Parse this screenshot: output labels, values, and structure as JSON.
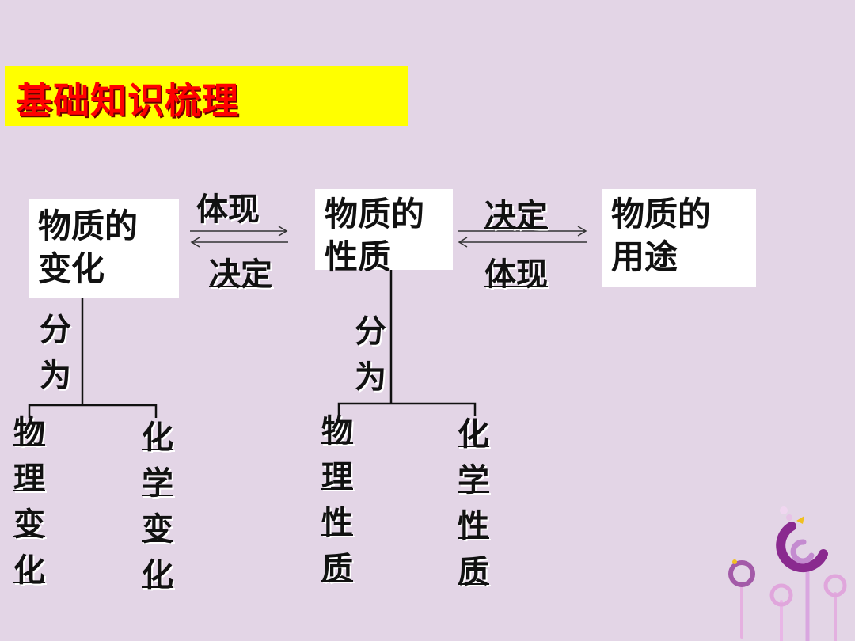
{
  "title": "基础知识梳理",
  "boxes": {
    "change": {
      "line1": "物质的",
      "line2": "变化"
    },
    "property": {
      "line1": "物质的",
      "line2": "性质"
    },
    "use": {
      "line1": "物质的",
      "line2": "用途"
    }
  },
  "relations": {
    "left_top": "体现",
    "left_bottom": "决定",
    "right_top": "决定",
    "right_bottom": "体现"
  },
  "divide_label": "分为",
  "leaves": {
    "physical_change": "物理变化",
    "chemical_change": "化学变化",
    "physical_property": "物理性质",
    "chemical_property": "化学性质"
  },
  "colors": {
    "background": "#e3d5e6",
    "title_bg": "#ffff00",
    "title_text": "#ff0000"
  },
  "decoration_icon": "abstract-flower-logo"
}
